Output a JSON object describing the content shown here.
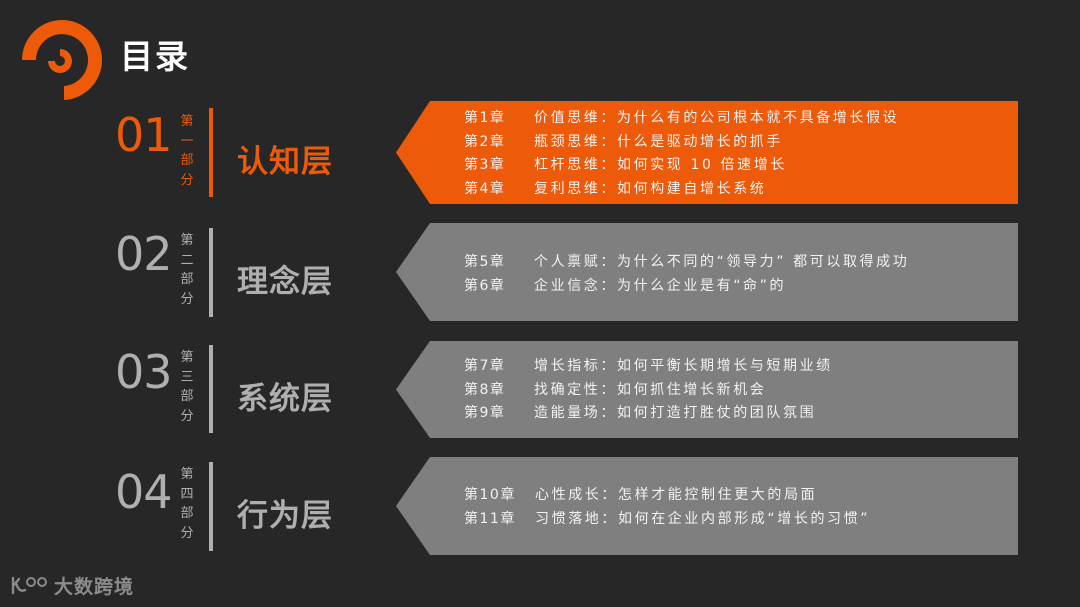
{
  "header": {
    "title": "目录",
    "logo_icon": "spiral-ring-logo"
  },
  "colors": {
    "background": "#272727",
    "accent_orange": "#EC5A0A",
    "gray_banner": "#7F7F7F",
    "gray_text": "#AFAFAF",
    "chapter_text": "#F2F2F2"
  },
  "sections": [
    {
      "number": "01",
      "part_label": [
        "第",
        "一",
        "部",
        "分"
      ],
      "layer": "认知层",
      "active": true,
      "chapters": [
        {
          "no": "第1章",
          "text": "价值思维：为什么有的公司根本就不具备增长假设"
        },
        {
          "no": "第2章",
          "text": "瓶颈思维：什么是驱动增长的抓手"
        },
        {
          "no": "第3章",
          "text": "杠杆思维：如何实现 10 倍速增长"
        },
        {
          "no": "第4章",
          "text": "复利思维：如何构建自增长系统"
        }
      ]
    },
    {
      "number": "02",
      "part_label": [
        "第",
        "二",
        "部",
        "分"
      ],
      "layer": "理念层",
      "active": false,
      "chapters": [
        {
          "no": "第5章",
          "text": "个人禀赋：为什么不同的“领导力” 都可以取得成功"
        },
        {
          "no": "第6章",
          "text": "企业信念：为什么企业是有“命”的"
        }
      ]
    },
    {
      "number": "03",
      "part_label": [
        "第",
        "三",
        "部",
        "分"
      ],
      "layer": "系统层",
      "active": false,
      "chapters": [
        {
          "no": "第7章",
          "text": "增长指标：如何平衡长期增长与短期业绩"
        },
        {
          "no": "第8章",
          "text": "找确定性：如何抓住增长新机会"
        },
        {
          "no": "第9章",
          "text": "造能量场：如何打造打胜仗的团队氛围"
        }
      ]
    },
    {
      "number": "04",
      "part_label": [
        "第",
        "四",
        "部",
        "分"
      ],
      "layer": "行为层",
      "active": false,
      "chapters": [
        {
          "no": "第10章",
          "text": "心性成长：怎样才能控制住更大的局面"
        },
        {
          "no": "第11章",
          "text": "习惯落地：如何在企业内部形成“增长的习惯”"
        }
      ]
    }
  ],
  "footer": {
    "logo_icon": "k100-logo",
    "brand": "大数跨境"
  }
}
